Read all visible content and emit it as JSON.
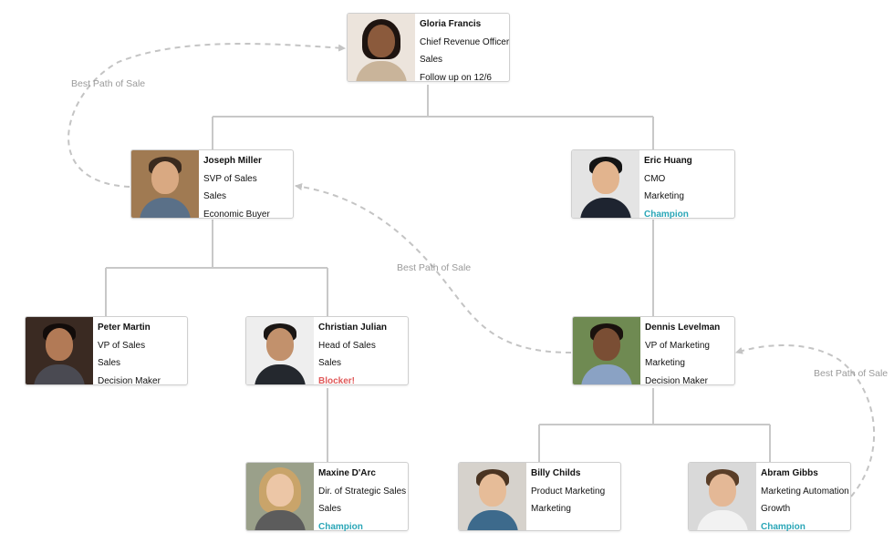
{
  "colors": {
    "connector": "#c8c8c8",
    "dashed_path": "#c4c4c4",
    "champion": "#2aa6b7",
    "blocker": "#e05a5a"
  },
  "best_path_label": "Best Path of Sale",
  "people": [
    {
      "id": "gloria",
      "name": "Gloria Francis",
      "title": "Chief Revenue Officer",
      "department": "Sales",
      "note": "Follow up on 12/6",
      "note_type": "plain"
    },
    {
      "id": "joseph",
      "name": "Joseph Miller",
      "title": "SVP of Sales",
      "department": "Sales",
      "note": "Economic Buyer",
      "note_type": "plain"
    },
    {
      "id": "eric",
      "name": "Eric Huang",
      "title": "CMO",
      "department": "Marketing",
      "note": "Champion",
      "note_type": "champion"
    },
    {
      "id": "peter",
      "name": "Peter Martin",
      "title": "VP of Sales",
      "department": "Sales",
      "note": "Decision Maker",
      "note_type": "plain"
    },
    {
      "id": "christian",
      "name": "Christian Julian",
      "title": "Head of Sales",
      "department": "Sales",
      "note": "Blocker!",
      "note_type": "blocker"
    },
    {
      "id": "dennis",
      "name": "Dennis Levelman",
      "title": "VP of Marketing",
      "department": "Marketing",
      "note": "Decision Maker",
      "note_type": "plain"
    },
    {
      "id": "maxine",
      "name": "Maxine D'Arc",
      "title": "Dir. of Strategic Sales",
      "department": "Sales",
      "note": "Champion",
      "note_type": "champion"
    },
    {
      "id": "billy",
      "name": "Billy Childs",
      "title": "Product Marketing",
      "department": "Marketing",
      "note": "",
      "note_type": "plain"
    },
    {
      "id": "abram",
      "name": "Abram Gibbs",
      "title": "Marketing Automation",
      "department": "Growth",
      "note": "Champion",
      "note_type": "champion"
    }
  ],
  "reports_to": [
    {
      "from": "joseph",
      "to": "gloria"
    },
    {
      "from": "eric",
      "to": "gloria"
    },
    {
      "from": "peter",
      "to": "joseph"
    },
    {
      "from": "christian",
      "to": "joseph"
    },
    {
      "from": "maxine",
      "to": "christian"
    },
    {
      "from": "dennis",
      "to": "eric"
    },
    {
      "from": "billy",
      "to": "dennis"
    },
    {
      "from": "abram",
      "to": "dennis"
    }
  ],
  "best_paths": [
    {
      "from": "joseph",
      "to": "gloria"
    },
    {
      "from": "dennis",
      "to": "joseph"
    },
    {
      "from": "abram",
      "to": "dennis"
    }
  ]
}
